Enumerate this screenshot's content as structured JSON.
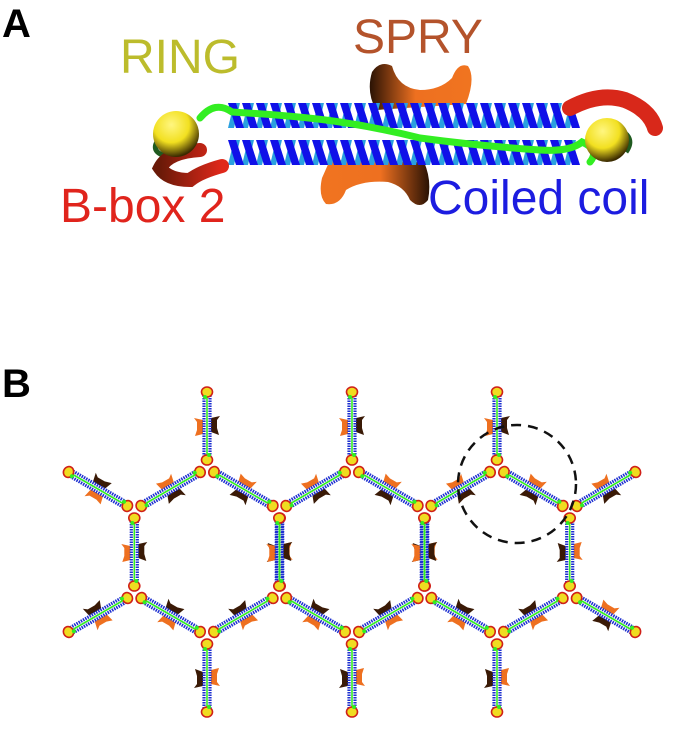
{
  "panel_a": {
    "letter": "A",
    "labels": {
      "ring": "RING",
      "spry": "SPRY",
      "bbox2": "B-box 2",
      "coiled_coil": "Coiled coil"
    },
    "colors": {
      "ring": "#bcbc2c",
      "spry": "#b4532b",
      "bbox2": "#e0241c",
      "coiled_coil": "#1c1ce0",
      "helix_front": "#1010e8",
      "helix_back": "#2aa0e0",
      "linker": "#33ee22",
      "ball": "#f2e020",
      "spry_fill": "#ee7020"
    }
  },
  "panel_b": {
    "letter": "B",
    "lattice": {
      "hexagons": 3,
      "highlight": "dashed-circle"
    }
  }
}
